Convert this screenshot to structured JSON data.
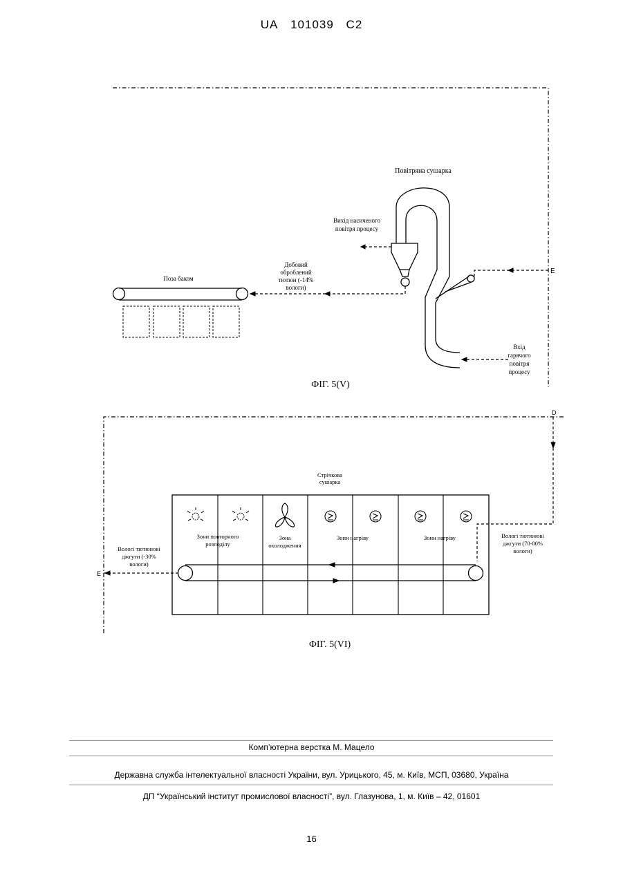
{
  "header": {
    "country": "UA",
    "number": "101039",
    "kind": "C2"
  },
  "fig5v": {
    "caption": "ФІГ. 5(V)",
    "dryer_title": "Повітряна сушарка",
    "exhaust_label_1": "Вихід насиченого",
    "exhaust_label_2": "повітря процесу",
    "output_label_1": "Добовий",
    "output_label_2": "оброблений",
    "output_label_3": "тютюн (-14%",
    "output_label_4": "вологи)",
    "conveyor_label": "Поза баком",
    "hot_air_1": "Вхід",
    "hot_air_2": "гарячого",
    "hot_air_3": "повітря",
    "hot_air_4": "процесу",
    "connector": "E"
  },
  "fig5vi": {
    "caption": "ФІГ. 5(VI)",
    "dryer_title_1": "Стрічкова",
    "dryer_title_2": "сушарка",
    "zone_redist_1": "Зони повторного",
    "zone_redist_2": "розподілу",
    "zone_cool_1": "Зона",
    "zone_cool_2": "охолодження",
    "zone_heat_a": "Зони нагріву",
    "zone_heat_b": "Зони нагріву",
    "input_1": "Вологі тютюнові",
    "input_2": "джгути (70-80%",
    "input_3": "вологи)",
    "output_1": "Вологі тютюнові",
    "output_2": "джгути (-30%",
    "output_3": "вологи)",
    "connector_d": "D",
    "connector_e": "E"
  },
  "footer": {
    "layout": "Комп’ютерна верстка М. Мацело",
    "agency": "Державна служба інтелектуальної власності України, вул. Урицького, 45, м. Київ, МСП, 03680, Україна",
    "institute": "ДП “Український інститут промислової власності”, вул. Глазунова, 1, м. Київ – 42, 01601"
  },
  "page_number": "16"
}
